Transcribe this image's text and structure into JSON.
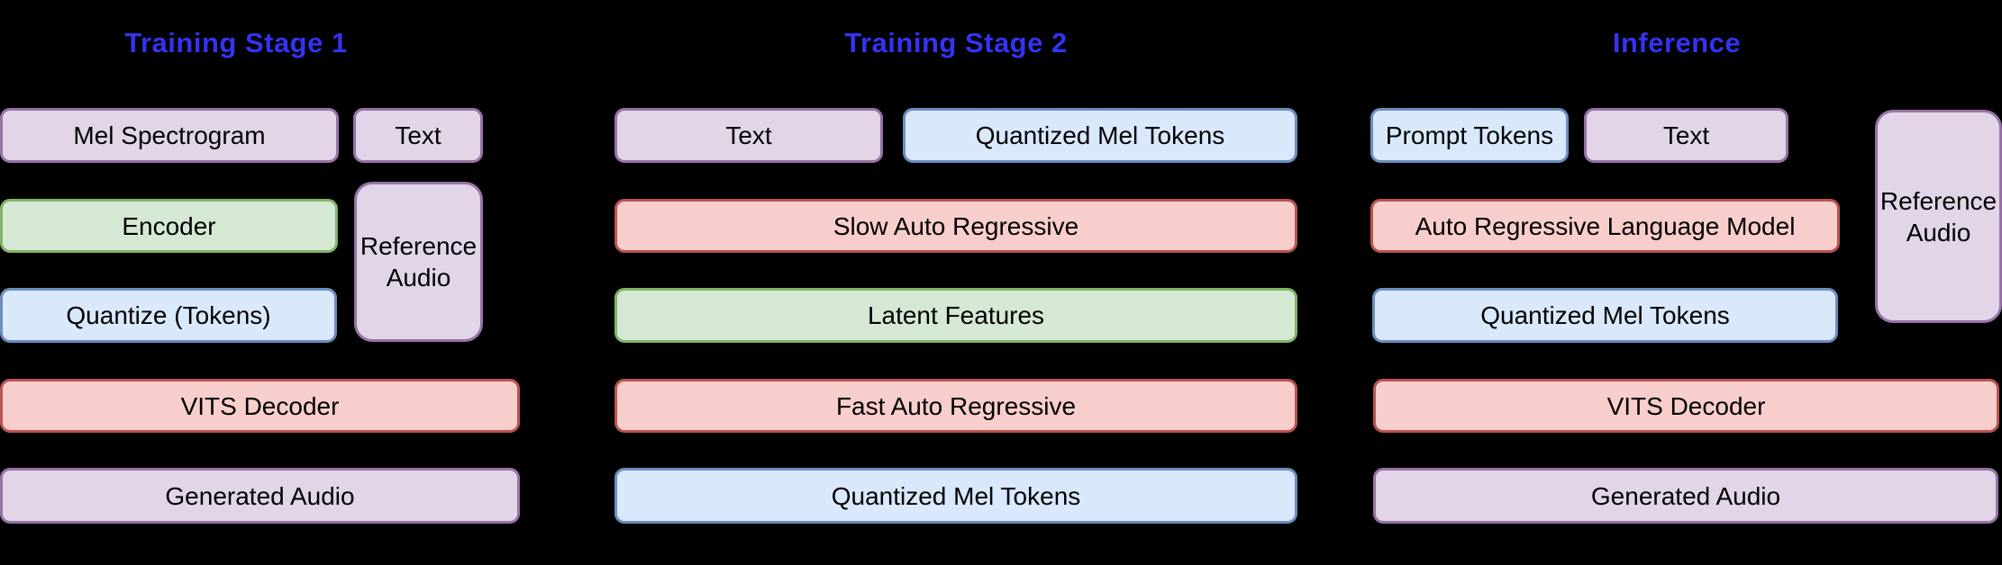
{
  "page": {
    "background_color": "#000000",
    "title_color": "#3333F0",
    "text_color": "#000000"
  },
  "palette": {
    "purple": {
      "fill": "#E1D5E7",
      "stroke": "#9673A6"
    },
    "green": {
      "fill": "#D5E8D4",
      "stroke": "#82B366"
    },
    "blue": {
      "fill": "#DAE8FC",
      "stroke": "#6C8EBF"
    },
    "red": {
      "fill": "#F8CECC",
      "stroke": "#B85450"
    }
  },
  "columns": [
    {
      "title": "Training Stage 1",
      "boxes": [
        {
          "label": "Mel Spectrogram",
          "color": "purple"
        },
        {
          "label": "Text",
          "color": "purple"
        },
        {
          "label": "Encoder",
          "color": "green"
        },
        {
          "label": "Reference Audio",
          "color": "purple"
        },
        {
          "label": "Quantize (Tokens)",
          "color": "blue"
        },
        {
          "label": "VITS Decoder",
          "color": "red"
        },
        {
          "label": "Generated Audio",
          "color": "purple"
        }
      ]
    },
    {
      "title": "Training Stage 2",
      "boxes": [
        {
          "label": "Text",
          "color": "purple"
        },
        {
          "label": "Quantized Mel Tokens",
          "color": "blue"
        },
        {
          "label": "Slow Auto Regressive",
          "color": "red"
        },
        {
          "label": "Latent Features",
          "color": "green"
        },
        {
          "label": "Fast Auto Regressive",
          "color": "red"
        },
        {
          "label": "Quantized Mel Tokens",
          "color": "blue"
        }
      ]
    },
    {
      "title": "Inference",
      "boxes": [
        {
          "label": "Prompt Tokens",
          "color": "blue"
        },
        {
          "label": "Text",
          "color": "purple"
        },
        {
          "label": "Reference Audio",
          "color": "purple"
        },
        {
          "label": "Auto Regressive Language Model",
          "color": "red"
        },
        {
          "label": "Quantized Mel Tokens",
          "color": "blue"
        },
        {
          "label": "VITS Decoder",
          "color": "red"
        },
        {
          "label": "Generated Audio",
          "color": "purple"
        }
      ]
    }
  ]
}
